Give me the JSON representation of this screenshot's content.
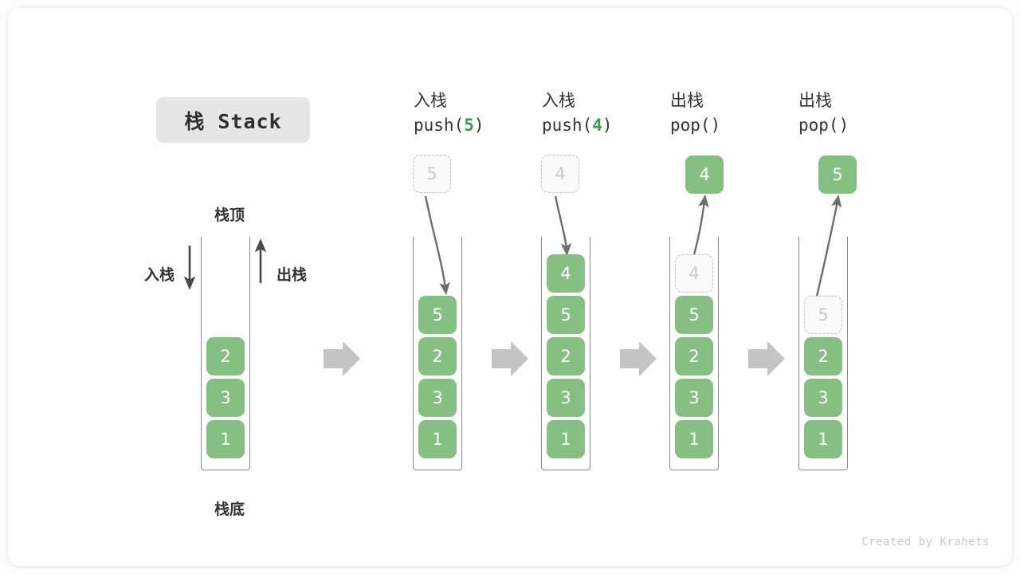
{
  "title": {
    "badge": "栈 Stack"
  },
  "footer": {
    "credit": "Created by Krahets"
  },
  "colors": {
    "element_green": "#85bf81",
    "ghost_fill": "#fafafa",
    "ghost_border": "#c0c0c0",
    "frame_gray": "#888888",
    "step_arrow_gray": "#c4c4c4",
    "curve_arrow_gray": "#6e6e6e",
    "badge_bg": "#e6e6e6",
    "accent_code_green": "#3f9a48",
    "card_bg": "#ffffff",
    "page_bg": "#fdfdfd"
  },
  "annotations": {
    "top_label": "栈顶",
    "bottom_label": "栈底",
    "push_label": "入栈",
    "pop_label": "出栈"
  },
  "stages": [
    {
      "id": "initial",
      "caption_cn": "",
      "caption_code": "",
      "caption_arg": "",
      "floating": null,
      "elements": [
        {
          "value": "2",
          "state": "solid"
        },
        {
          "value": "3",
          "state": "solid"
        },
        {
          "value": "1",
          "state": "solid"
        }
      ]
    },
    {
      "id": "push-5",
      "caption_cn": "入栈",
      "caption_code_prefix": "push(",
      "caption_arg": "5",
      "caption_code_suffix": ")",
      "floating": {
        "value": "5",
        "state": "ghost"
      },
      "elements": [
        {
          "value": "5",
          "state": "solid"
        },
        {
          "value": "2",
          "state": "solid"
        },
        {
          "value": "3",
          "state": "solid"
        },
        {
          "value": "1",
          "state": "solid"
        }
      ]
    },
    {
      "id": "push-4",
      "caption_cn": "入栈",
      "caption_code_prefix": "push(",
      "caption_arg": "4",
      "caption_code_suffix": ")",
      "floating": {
        "value": "4",
        "state": "ghost"
      },
      "elements": [
        {
          "value": "4",
          "state": "solid"
        },
        {
          "value": "5",
          "state": "solid"
        },
        {
          "value": "2",
          "state": "solid"
        },
        {
          "value": "3",
          "state": "solid"
        },
        {
          "value": "1",
          "state": "solid"
        }
      ]
    },
    {
      "id": "pop-1",
      "caption_cn": "出栈",
      "caption_code_prefix": "pop(",
      "caption_arg": "",
      "caption_code_suffix": ")",
      "floating": {
        "value": "4",
        "state": "solid"
      },
      "elements": [
        {
          "value": "4",
          "state": "ghost"
        },
        {
          "value": "5",
          "state": "solid"
        },
        {
          "value": "2",
          "state": "solid"
        },
        {
          "value": "3",
          "state": "solid"
        },
        {
          "value": "1",
          "state": "solid"
        }
      ]
    },
    {
      "id": "pop-2",
      "caption_cn": "出栈",
      "caption_code_prefix": "pop(",
      "caption_arg": "",
      "caption_code_suffix": ")",
      "floating": {
        "value": "5",
        "state": "solid"
      },
      "elements": [
        {
          "value": "5",
          "state": "ghost"
        },
        {
          "value": "2",
          "state": "solid"
        },
        {
          "value": "3",
          "state": "solid"
        },
        {
          "value": "1",
          "state": "solid"
        }
      ]
    }
  ]
}
